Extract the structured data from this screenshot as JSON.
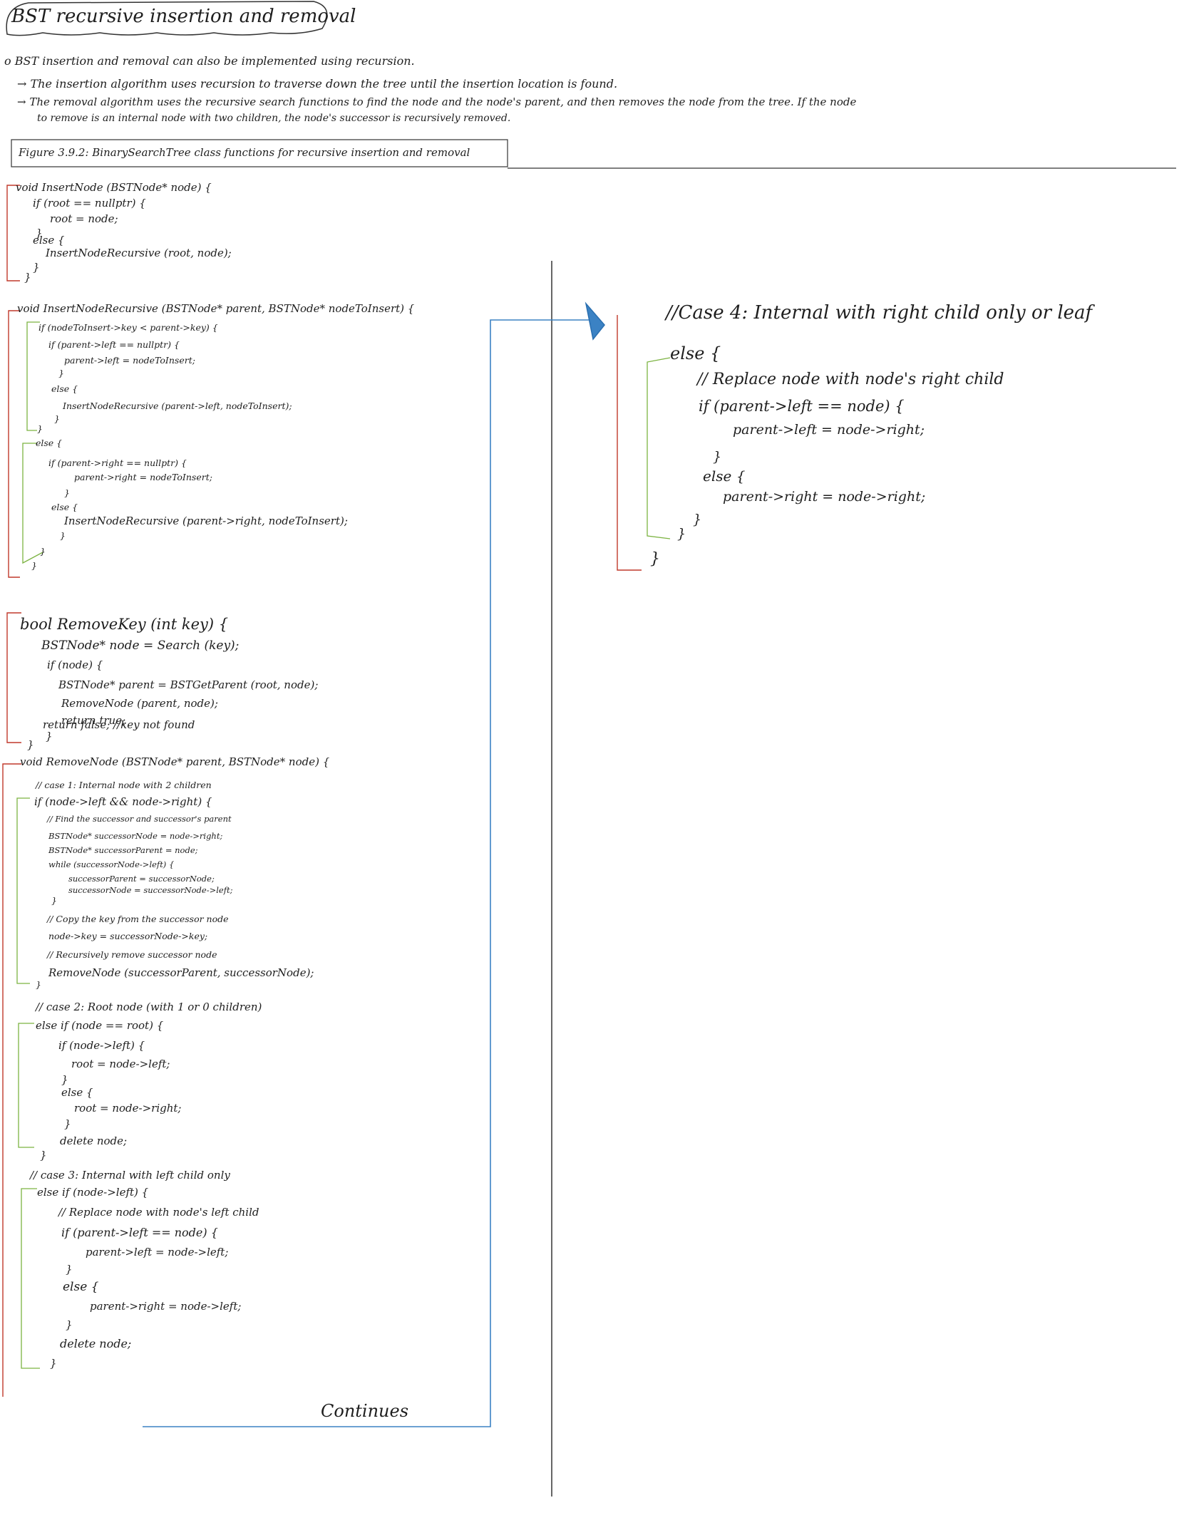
{
  "title": "BST recursive insertion and removal",
  "intro": [
    "o BST insertion and removal can also be implemented using recursion.",
    "→ The insertion algorithm uses recursion to traverse down the tree until the insertion location is found.",
    "→ The removal algorithm uses the recursive search functions to find the node and the node's parent, and then removes the node from the tree. If the node",
    "to remove is an internal node with two children, the node's successor is recursively removed."
  ],
  "figure_caption": "Figure 3.9.2: BinarySearchTree class functions for recursive insertion and removal",
  "code_insert": [
    "void InsertNode (BSTNode* node) {",
    "if (root == nullptr) {",
    "root = node;",
    "}",
    "else {",
    "InsertNodeRecursive (root, node);",
    "}",
    "}"
  ],
  "code_insert_recursive": [
    "void InsertNodeRecursive (BSTNode* parent, BSTNode* nodeToInsert) {",
    "if (nodeToInsert->key < parent->key) {",
    "if (parent->left == nullptr) {",
    "parent->left = nodeToInsert;",
    "}",
    "else {",
    "InsertNodeRecursive (parent->left, nodeToInsert);",
    "}",
    "}",
    "else {",
    "if (parent->right == nullptr) {",
    "parent->right = nodeToInsert;",
    "}",
    "else {",
    "InsertNodeRecursive (parent->right, nodeToInsert);",
    "}",
    "}",
    "}"
  ],
  "code_remove_key": [
    "bool RemoveKey (int key) {",
    "BSTNode* node = Search (key);",
    "if (node) {",
    "BSTNode* parent = BSTGetParent (root, node);",
    "RemoveNode (parent, node);",
    "return true;",
    "}",
    "return false; //key not found",
    "}"
  ],
  "code_remove_node": [
    "void RemoveNode (BSTNode* parent, BSTNode* node) {",
    "// case 1: Internal node with 2 children",
    "if (node->left && node->right) {",
    "// Find the successor and successor's parent",
    "BSTNode* successorNode = node->right;",
    "BSTNode* successorParent = node;",
    "while (successorNode->left) {",
    "successorParent = successorNode;",
    "successorNode = successorNode->left;",
    "}",
    "// Copy the key from the successor node",
    "node->key = successorNode->key;",
    "// Recursively remove successor node",
    "RemoveNode (successorParent, successorNode);",
    "}",
    "// case 2: Root node (with 1 or 0 children)",
    "else if (node == root) {",
    "if (node->left) {",
    "root = node->left;",
    "}",
    "else {",
    "root = node->right;",
    "}",
    "delete node;",
    "}",
    "// case 3: Internal with left child only",
    "else if (node->left) {",
    "// Replace node with node's left child",
    "if (parent->left == node) {",
    "parent->left = node->left;",
    "}",
    "else {",
    "parent->right = node->left;",
    "}",
    "delete node;",
    "}"
  ],
  "continues": "Continues",
  "code_case4": [
    "//Case 4: Internal with right child only or leaf",
    "else {",
    "// Replace node with node's right child",
    "if (parent->left == node) {",
    "parent->left = node->right;",
    "}",
    "else {",
    "parent->right = node->right;",
    "}",
    "}",
    "}"
  ],
  "colors": {
    "ink": "#1e1e1e",
    "red_bracket": "#c0392b",
    "green_bracket": "#7cb342",
    "blue_arrow": "#3b82c4",
    "rule": "#333333"
  }
}
